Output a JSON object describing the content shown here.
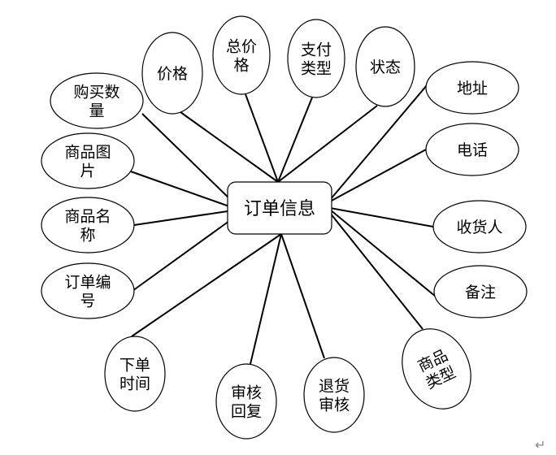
{
  "entity": {
    "label": "订单信息"
  },
  "attributes": [
    {
      "id": "quantity",
      "lines": [
        "购买数",
        "量"
      ]
    },
    {
      "id": "price",
      "lines": [
        "价格"
      ]
    },
    {
      "id": "total-price",
      "lines": [
        "总价",
        "格"
      ]
    },
    {
      "id": "payment-type",
      "lines": [
        "支付",
        "类型"
      ]
    },
    {
      "id": "status",
      "lines": [
        "状态"
      ]
    },
    {
      "id": "address",
      "lines": [
        "地址"
      ]
    },
    {
      "id": "phone",
      "lines": [
        "电话"
      ]
    },
    {
      "id": "receiver",
      "lines": [
        "收货人"
      ]
    },
    {
      "id": "remark",
      "lines": [
        "备注"
      ]
    },
    {
      "id": "product-type",
      "lines": [
        "商品",
        "类型"
      ]
    },
    {
      "id": "return-review",
      "lines": [
        "退货",
        "审核"
      ]
    },
    {
      "id": "review-reply",
      "lines": [
        "审核",
        "回复"
      ]
    },
    {
      "id": "order-time",
      "lines": [
        "下单",
        "时间"
      ]
    },
    {
      "id": "order-number",
      "lines": [
        "订单编",
        "号"
      ]
    },
    {
      "id": "product-name",
      "lines": [
        "商品名",
        "称"
      ]
    },
    {
      "id": "product-image",
      "lines": [
        "商品图",
        "片"
      ]
    }
  ],
  "document": {
    "paragraph_mark": "↵"
  }
}
